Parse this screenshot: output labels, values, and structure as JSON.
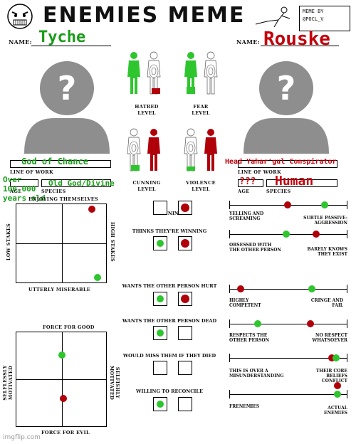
{
  "header": {
    "title": "ENEMIES MEME",
    "credit": [
      "MEME BY",
      "@POCL_V"
    ]
  },
  "left_person": {
    "name_label": "NAME:",
    "name": "Tyche",
    "line_of_work": "God of Chance",
    "line_of_work_label": "LINE OF WORK",
    "age": "Over 100,000 years old",
    "age_label": "AGE",
    "species": "Old God/Divine",
    "species_label": "SPECIES"
  },
  "right_person": {
    "name_label": "NAME:",
    "name": "Rouske",
    "line_of_work": "Head Yahar'gul Conspirator",
    "line_of_work_label": "LINE OF WORK",
    "age": "???",
    "age_label": "AGE",
    "species": "Human",
    "species_label": "SPECIES"
  },
  "levels": {
    "hatred": "HATRED LEVEL",
    "fear": "FEAR LEVEL",
    "cunning": "CUNNING LEVEL",
    "violence": "VIOLENCE LEVEL"
  },
  "chart1": {
    "top": "ENJOYING THEMSELVES",
    "bottom": "UTTERLY MISERABLE",
    "left": "LOW STAKES",
    "right": "HIGH STAKES"
  },
  "chart2": {
    "top": "FORCE FOR GOOD",
    "bottom": "FORCE FOR EVIL",
    "left": "SELFLESSLY MOTIVATED",
    "right": "SELFISHLY MOTIVATED"
  },
  "checkboxes": {
    "winning": "WINNING",
    "thinks_winning": "THINKS THEY'RE WINNING",
    "wants_hurt": "WANTS THE OTHER PERSON HURT",
    "wants_dead": "WANTS THE OTHER PERSON DEAD",
    "would_miss": "WOULD MISS THEM IF THEY DIED",
    "reconcile": "WILLING TO RECONCILE"
  },
  "sliders": {
    "s1_left": "YELLING AND SCREAMING",
    "s1_right": "SUBTLE PASSIVE-AGGRESSION",
    "s2_left": "OBSESSED WITH THE OTHER PERSON",
    "s2_right": "BARELY KNOWS THEY EXIST",
    "s3_left": "HIGHLY COMPETENT",
    "s3_right": "CRINGE AND FAIL",
    "s4_left": "RESPECTS THE OTHER PERSON",
    "s4_right": "NO RESPECT WHATSOEVER",
    "s5_left": "THIS IS OVER A MISUNDERSTANDING",
    "s5_right": "THEIR CORE BELIEFS CONFLICT",
    "s6_left": "FRENEMIES",
    "s6_right": "ACTUAL ENEMIES"
  },
  "watermark": "imgflip.com",
  "colors": {
    "green": "#2ec52e",
    "red": "#b0000a"
  }
}
